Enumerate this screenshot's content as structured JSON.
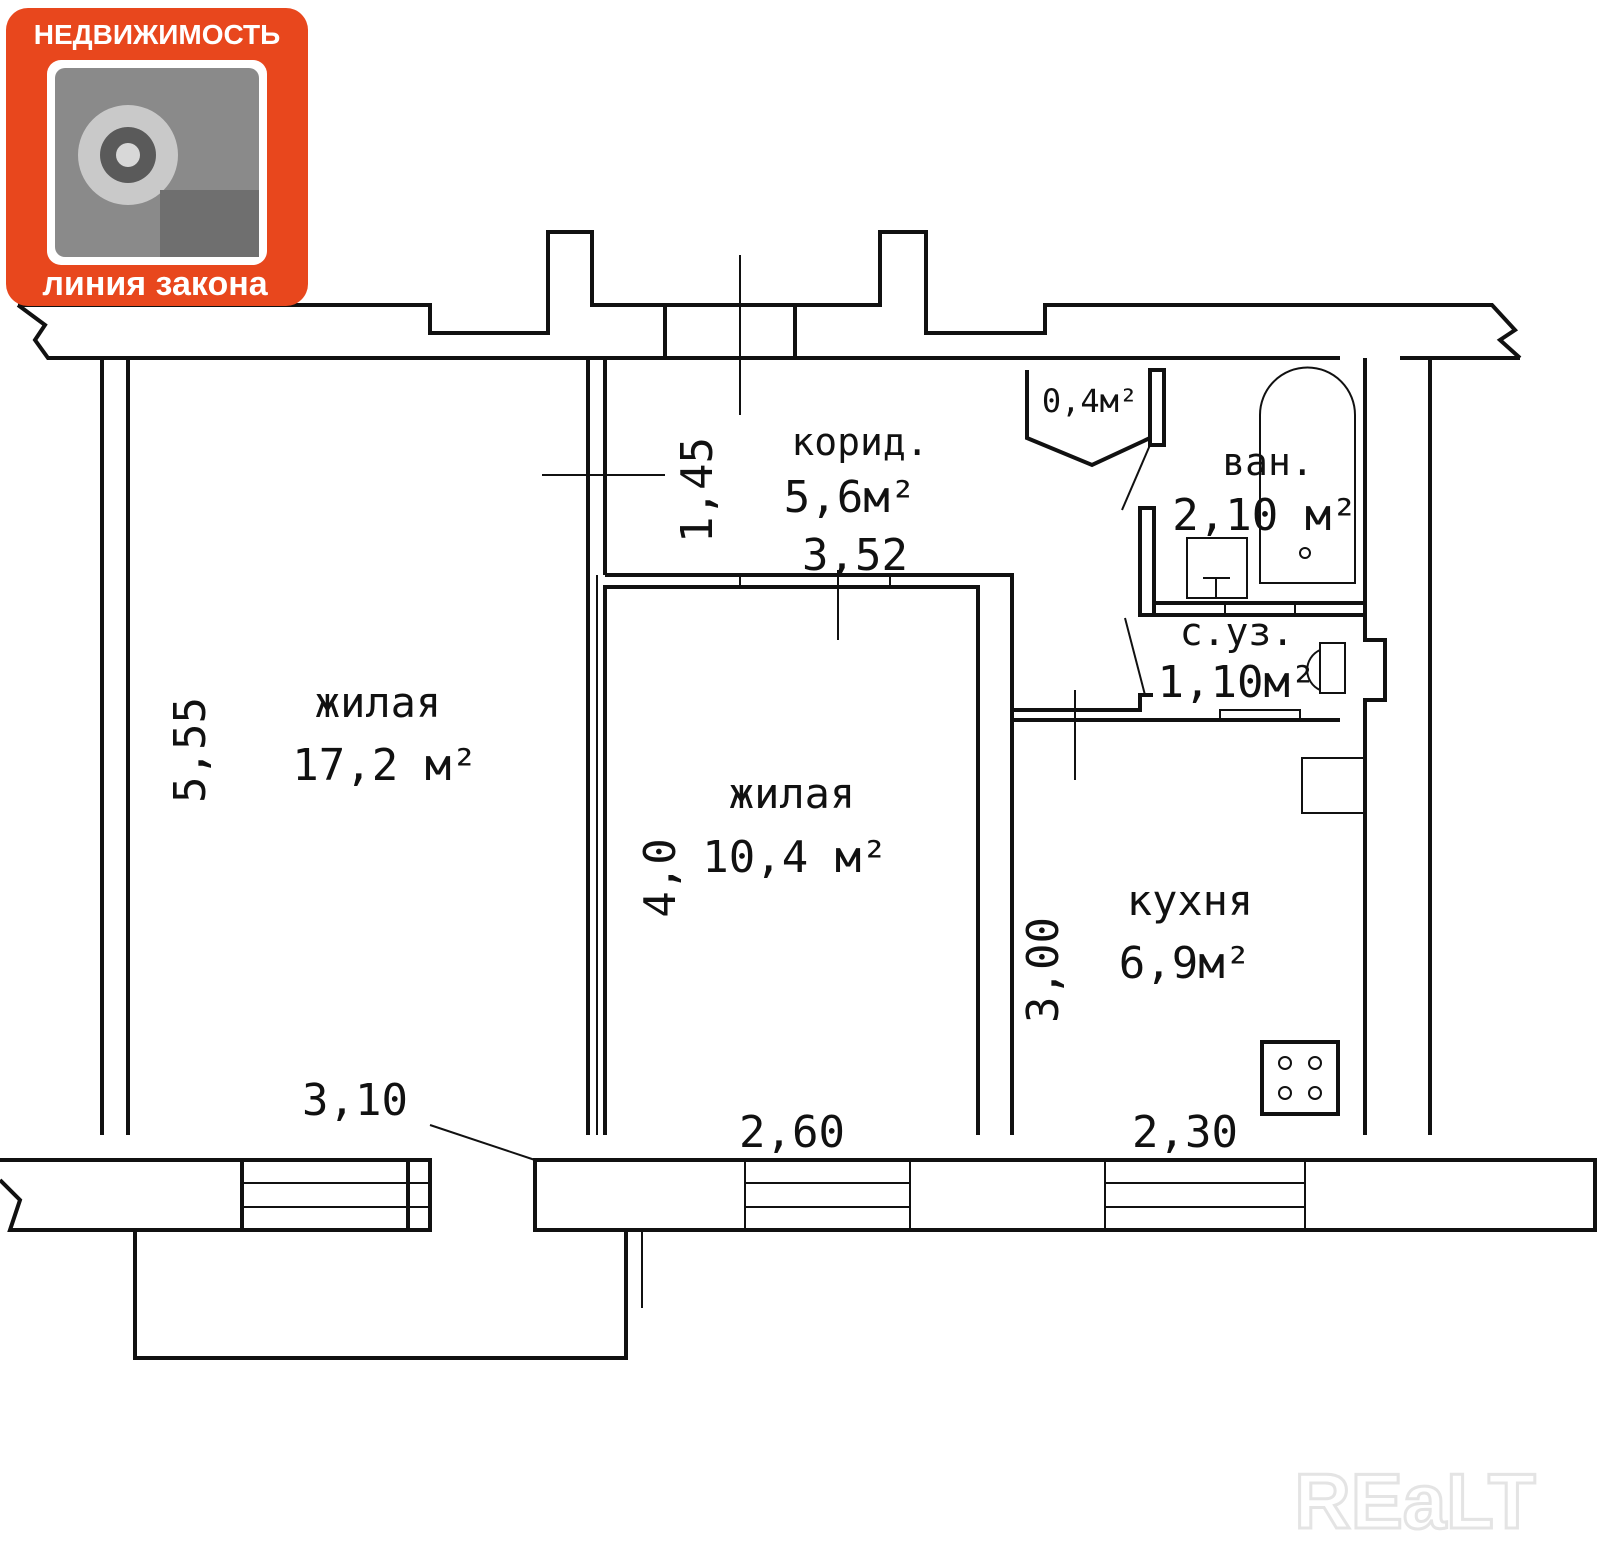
{
  "logo": {
    "top_text": "НЕДВИЖИМОСТЬ",
    "bottom_text": "линия закона",
    "color": "#e8471d"
  },
  "watermark": "REaLT",
  "rooms": [
    {
      "name": "жилая",
      "area": "17,2 м²"
    },
    {
      "name": "жилая",
      "area": "10,4 м²"
    },
    {
      "name": "кухня",
      "area": "6,9м²"
    },
    {
      "name": "корид.",
      "area": "5,6м²"
    },
    {
      "name": "ван.",
      "area": "2,10 м²"
    },
    {
      "name": "с.уз.",
      "area": "1,10м²"
    },
    {
      "name": "",
      "area": "0,4м²"
    }
  ],
  "dimensions": {
    "living1_height": "5,55",
    "living1_width": "3,10",
    "living2_height": "4,0",
    "living2_width": "2,60",
    "kitchen_height": "3,00",
    "kitchen_width": "2,30",
    "corridor_height": "1,45",
    "corridor_width": "3,52"
  }
}
